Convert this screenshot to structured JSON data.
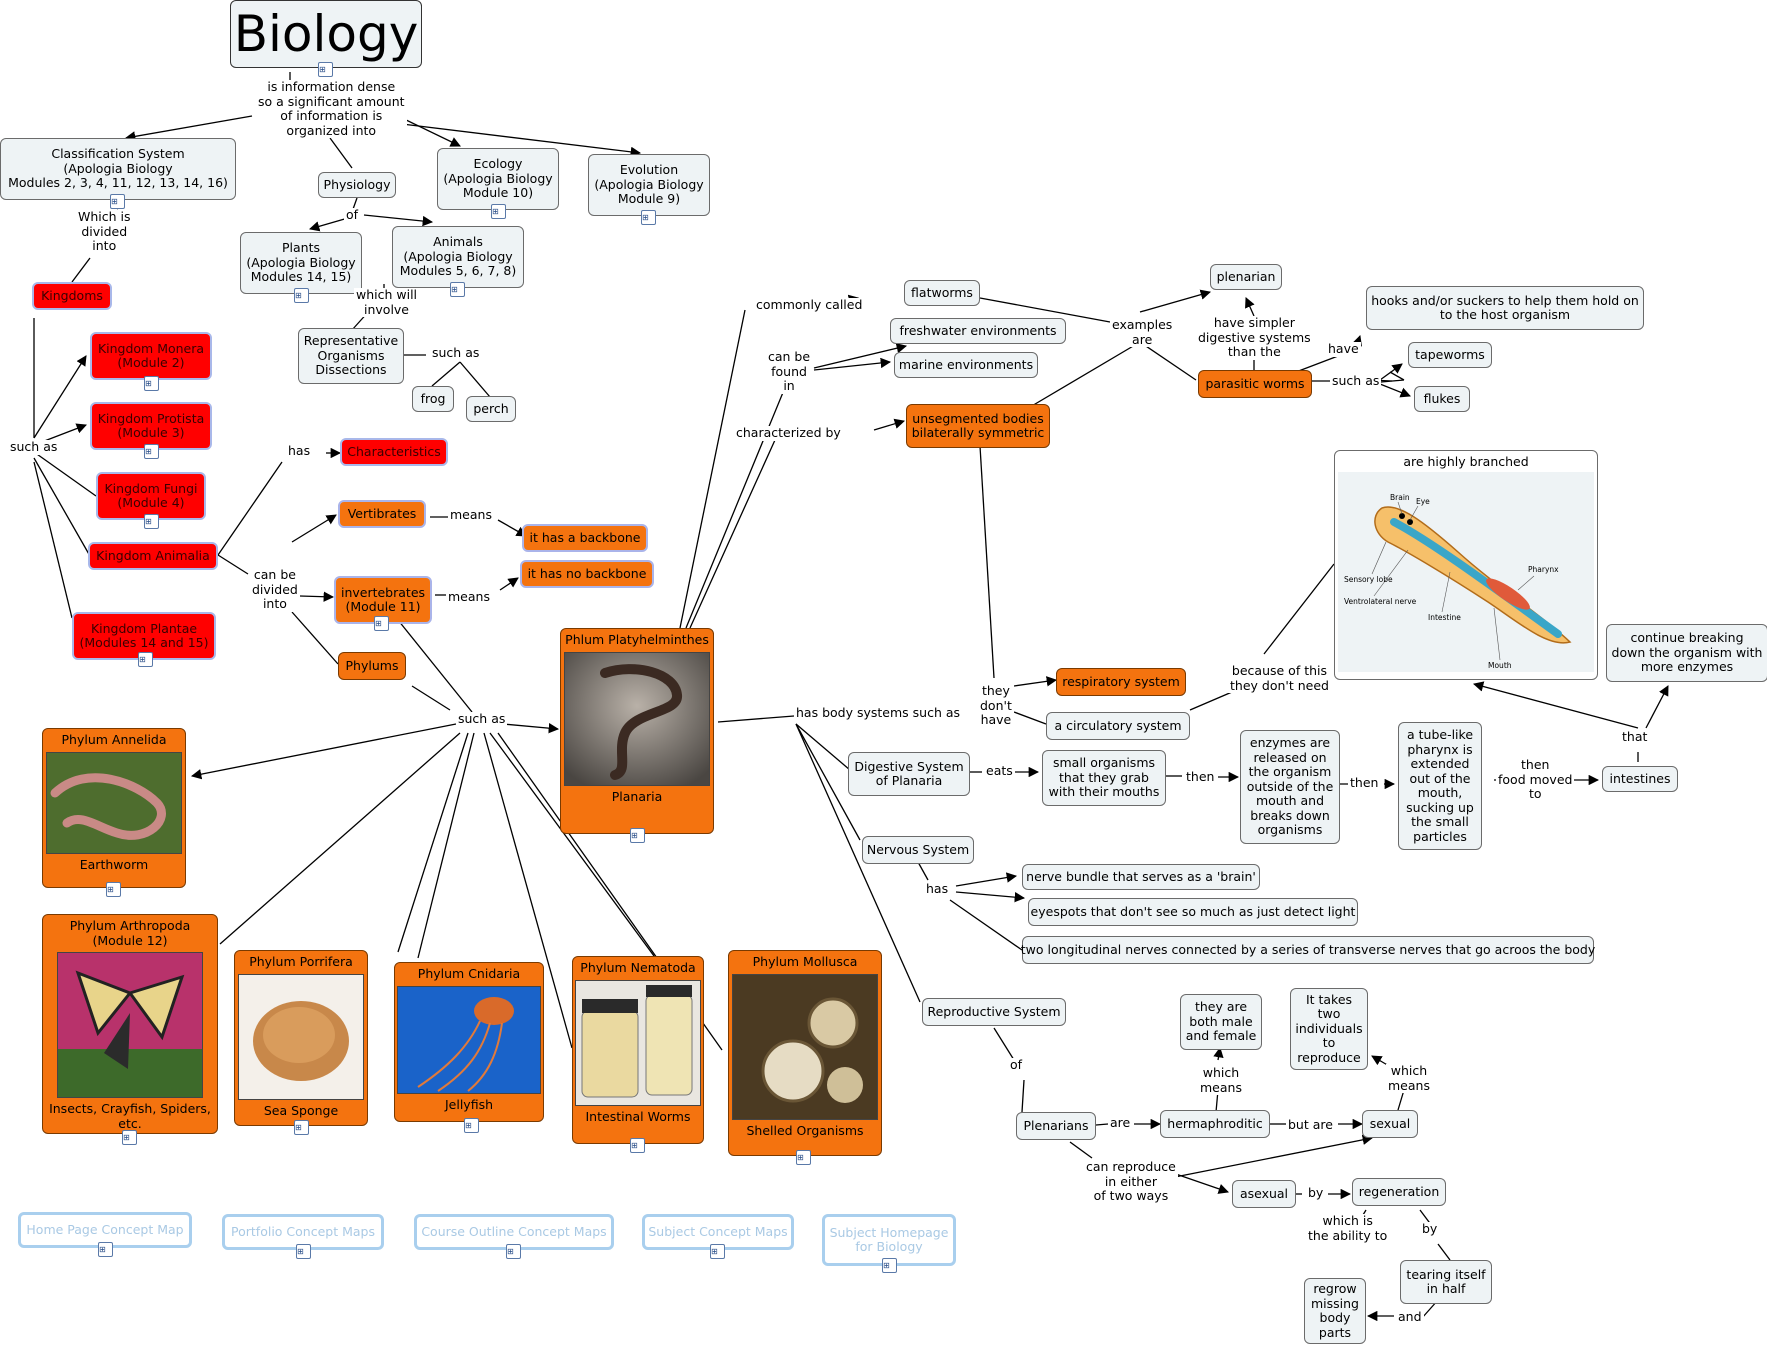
{
  "title": "Biology",
  "nodes": {
    "classification": "Classification System\n(Apologia Biology\nModules 2, 3, 4, 11, 12, 13, 14, 16)",
    "physiology": "Physiology",
    "ecology": "Ecology\n(Apologia Biology\nModule 10)",
    "evolution": "Evolution\n(Apologia Biology\nModule 9)",
    "plants": "Plants\n(Apologia Biology\nModules 14, 15)",
    "animals": "Animals\n(Apologia Biology\nModules 5, 6, 7, 8)",
    "kingdoms": "Kingdoms",
    "monera": "Kingdom Monera\n(Module 2)",
    "protista": "Kingdom Protista\n(Module 3)",
    "fungi": "Kingdom Fungi\n(Module 4)",
    "animalia": "Kingdom Animalia",
    "plantae": "Kingdom Plantae\n(Modules 14 and 15)",
    "rep_organisms": "Representative\nOrganisms\nDissections",
    "frog": "frog",
    "perch": "perch",
    "characteristics": "Characteristics",
    "vertibrates": "Vertibrates",
    "backbone": "it has a backbone",
    "invertebrates": "invertebrates\n(Module 11)",
    "no_backbone": "it has no backbone",
    "phylums": "Phylums",
    "platy": "Phlum Platyhelminthes",
    "planaria": "Planaria",
    "annelida": "Phylum Annelida",
    "earthworm": "Earthworm",
    "arthropoda": "Phylum Arthropoda\n(Module 12)",
    "insects": "Insects, Crayfish, Spiders,\netc.",
    "porrifera": "Phylum Porrifera",
    "sponge": "Sea Sponge",
    "cnidaria": "Phylum Cnidaria",
    "jellyfish": "Jellyfish",
    "nematoda": "Phylum Nematoda",
    "worms": "Intestinal Worms",
    "mollusca": "Phylum Mollusca",
    "shelled": "Shelled Organisms",
    "flatworms": "flatworms",
    "freshwater": "freshwater environments",
    "marine": "marine environments",
    "unsegmented": "unsegmented bodies\nbilaterally symmetric",
    "plenarian": "plenarian",
    "parasitic": "parasitic worms",
    "hooks": "hooks and/or suckers to help them hold on\nto the host organism",
    "tapeworms": "tapeworms",
    "flukes": "flukes",
    "branched": "are highly branched",
    "resp": "respiratory system",
    "circ": "a circulatory system",
    "digestive": "Digestive System\nof Planaria",
    "small_org": "small organisms\nthat they grab\nwith their mouths",
    "enzymes": "enzymes are\nreleased on\nthe organism\noutside of the\nmouth and\nbreaks down\norganisms",
    "pharynx": "a tube-like\npharynx is\nextended\nout of the\nmouth,\nsucking up\nthe small\nparticles",
    "intestines": "intestines",
    "continue": "continue breaking\ndown the organism with\nmore enzymes",
    "nervous": "Nervous System",
    "nerve_bundle": "nerve bundle that serves as a 'brain'",
    "eyespots": "eyespots that don't see so much as just detect light",
    "longitudinal": "two longitudinal nerves connected by a series of transverse nerves that go acroos the body",
    "reproductive": "Reproductive System",
    "both": "they are\nboth male\nand female",
    "two_ind": "It takes\ntwo\nindividuals\nto\nreproduce",
    "plenarians": "Plenarians",
    "herma": "hermaphroditic",
    "sexual": "sexual",
    "asexual": "asexual",
    "regeneration": "regeneration",
    "tearing": "tearing itself\nin half",
    "regrow": "regrow\nmissing\nbody\nparts",
    "nav_home": "Home Page Concept Map",
    "nav_portfolio": "Portfolio Concept Maps",
    "nav_course": "Course Outline Concept Maps",
    "nav_subject": "Subject Concept Maps",
    "nav_homepage": "Subject Homepage\nfor Biology"
  },
  "diagram_labels": {
    "brain": "Brain",
    "eye": "Eye",
    "sensory": "Sensory lobe",
    "ventro": "Ventrolateral nerve",
    "intestine": "Intestine",
    "pharynx": "Pharynx",
    "mouth": "Mouth"
  },
  "links": {
    "info_dense": "is information dense\nso a significant amount\nof information is\norganized into",
    "which_divided": "Which is\ndivided\ninto",
    "of": "of",
    "which_involve": "which will\ninvolve",
    "such_as_k": "such as",
    "such_as_frog": "such as",
    "has_char": "has",
    "can_be_divided": "can be\ndivided\ninto",
    "means1": "means",
    "means2": "means",
    "such_as_phyla": "such as",
    "commonly": "commonly called",
    "can_be_found": "can be\nfound\nin",
    "characterized": "characterized by",
    "examples": "examples\nare",
    "simpler": "have simpler\ndigestive systems\nthan the",
    "have": "have",
    "such_as_p": "such as",
    "dont_have": "they\ndon't\nhave",
    "because": "because of this\nthey don't need",
    "body_systems": "has body systems such as",
    "eats": "eats",
    "then1": "then",
    "then2": "then",
    "then_moved": "then\nfood moved\nto",
    "that": "that",
    "has_n": "has",
    "of_r": "of",
    "are": "are",
    "but_are": "but are",
    "which_means1": "which\nmeans",
    "which_means2": "which\nmeans",
    "can_reproduce": "can reproduce\nin either\nof two ways",
    "by1": "by",
    "by2": "by",
    "ability": "which is\nthe ability to",
    "and": "and"
  },
  "colors": {
    "red_node": "#ff0000",
    "orange_node": "#f4730f",
    "plain_node": "#eef3f5",
    "nav_border": "#a9cfee",
    "line": "#000000"
  }
}
